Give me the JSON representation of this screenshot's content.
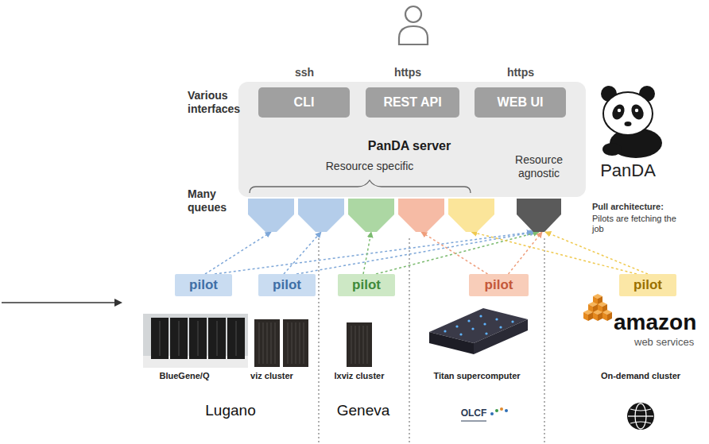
{
  "diagram": {
    "nodes": [
      {
        "text": [
          "PanDA server",
          "Resource specific",
          "Resource agnostic"
        ]
      },
      {
        "text": [
          "CLI"
        ],
        "in": 0
      },
      {
        "text": [
          "REST API"
        ],
        "in": 0
      },
      {
        "text": [
          "WEB UI"
        ],
        "in": 0
      },
      {
        "text": [
          "pilot"
        ]
      },
      {
        "text": [
          "pilot"
        ]
      },
      {
        "text": [
          "pilot"
        ]
      },
      {
        "text": [
          "pilot"
        ]
      },
      {
        "text": [
          "pilot"
        ]
      }
    ],
    "edges": [
      {
        "from": 4,
        "to": 0,
        "arrow": "to"
      },
      {
        "from": 4,
        "to": 0,
        "arrow": "to"
      },
      {
        "from": 5,
        "to": 0,
        "arrow": "to"
      },
      {
        "from": 5,
        "to": 0,
        "arrow": "to"
      },
      {
        "from": 6,
        "to": 0,
        "arrow": "to"
      },
      {
        "from": 6,
        "to": 0,
        "arrow": "to"
      },
      {
        "from": 7,
        "to": 0,
        "arrow": "to"
      },
      {
        "from": 7,
        "to": 0,
        "arrow": "to"
      },
      {
        "from": 8,
        "to": 0,
        "arrow": "to"
      },
      {
        "from": 8,
        "to": 0,
        "arrow": "to"
      }
    ],
    "labels": [
      "ssh",
      "https",
      "https",
      "Various interfaces",
      "Many queues",
      "PanDA",
      "Pull architecture:",
      "Pilots are fetching the job",
      "BlueGene/Q",
      "viz cluster",
      "lxviz cluster",
      "Titan supercomputer",
      "On-demand cluster",
      "amazon",
      "web services",
      "Lugano",
      "Geneva",
      "OLCF"
    ]
  }
}
